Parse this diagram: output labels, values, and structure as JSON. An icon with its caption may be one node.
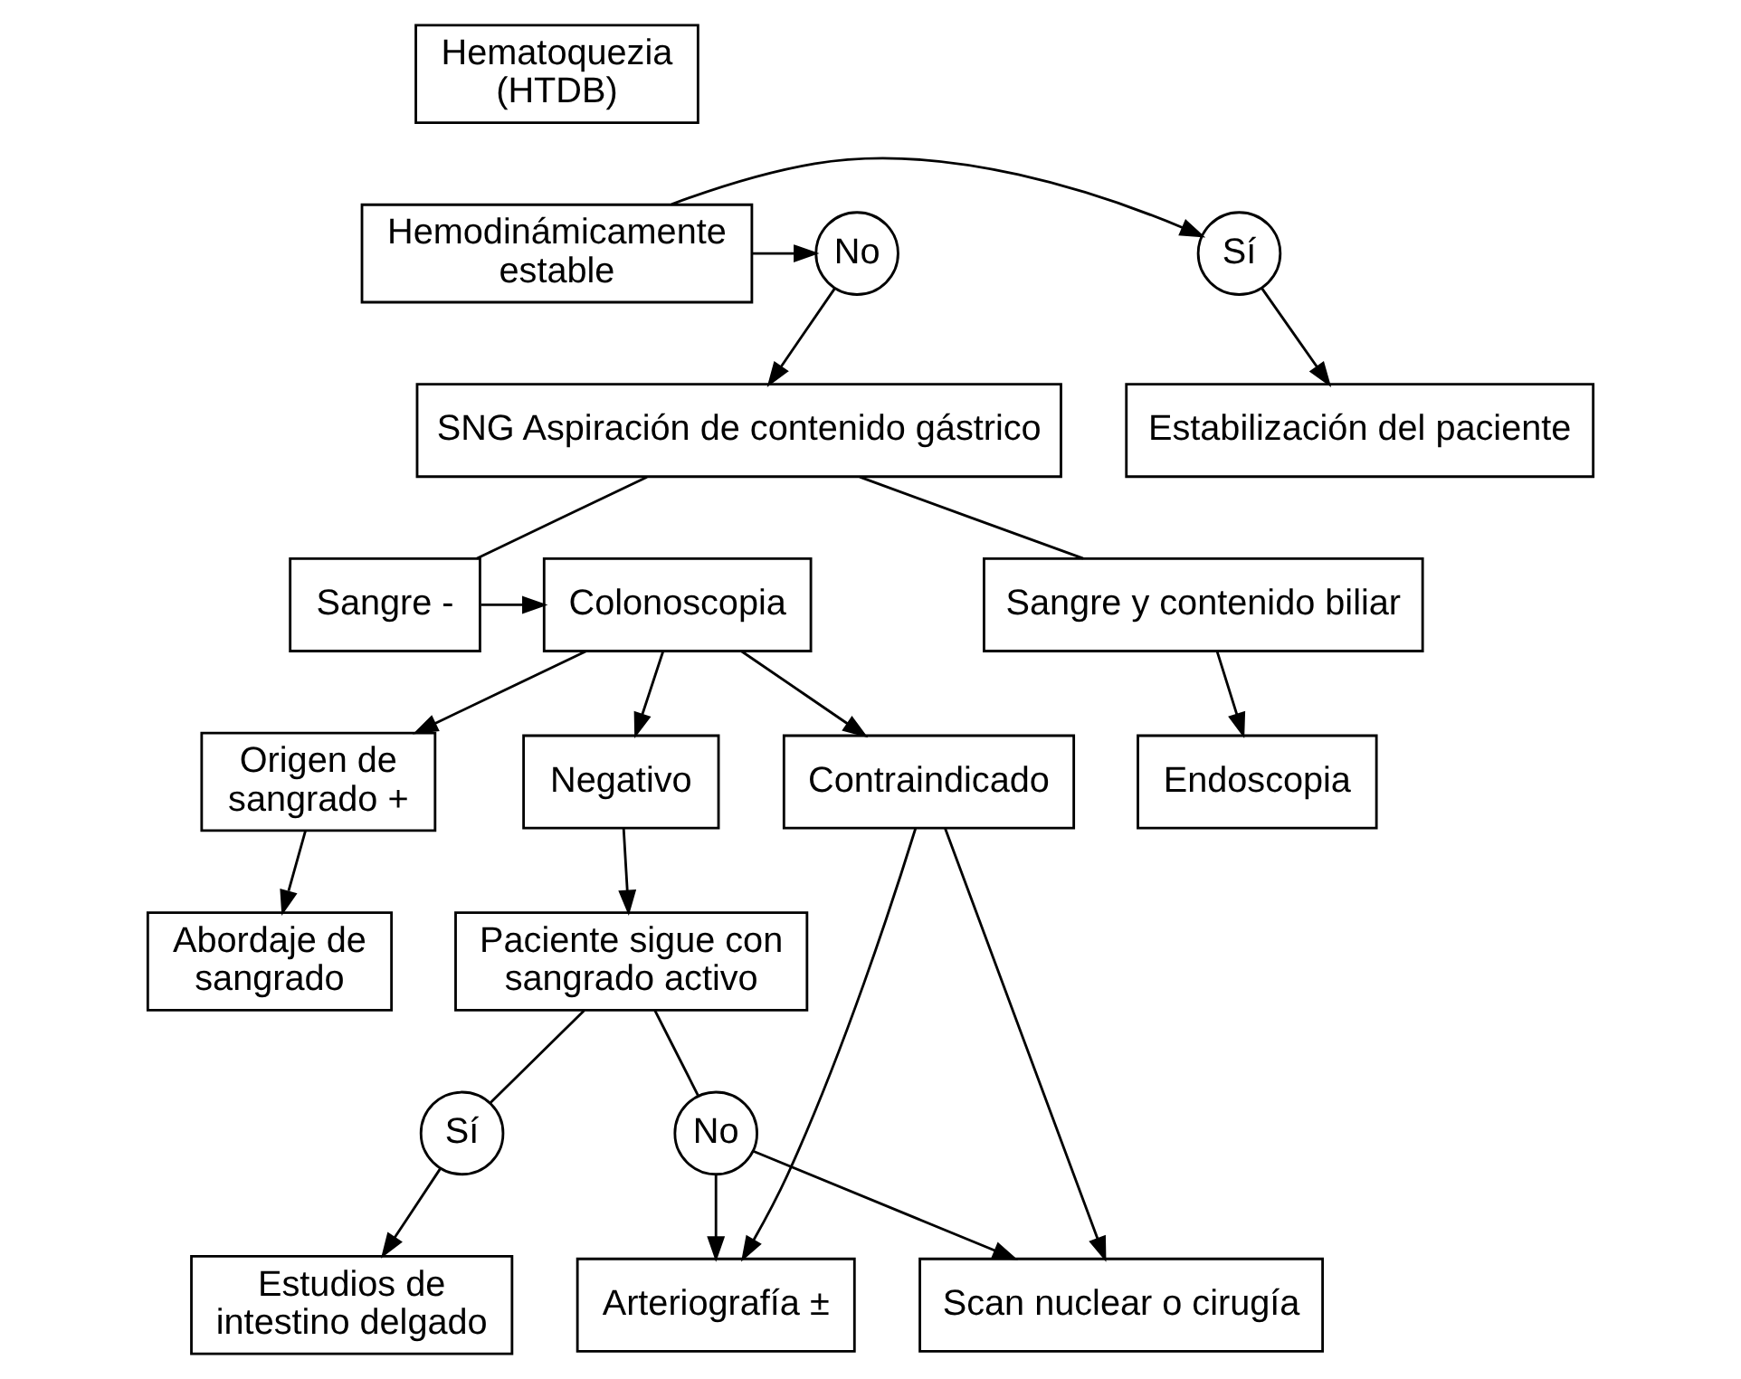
{
  "diagram": {
    "nodes": [
      {
        "text": [
          "Hematoquezia (HTDB)"
        ]
      },
      {
        "text": [
          "Hemodinámicamente estable"
        ]
      },
      {
        "text": [
          "Sí"
        ]
      },
      {
        "text": [
          "No"
        ]
      },
      {
        "text": [
          "Estabilización del paciente"
        ]
      },
      {
        "text": [
          "SNG Aspiración de contenido gástrico"
        ]
      },
      {
        "text": [
          "Colonoscopia"
        ]
      },
      {
        "text": [
          "Sangre -"
        ]
      },
      {
        "text": [
          "Sangre y contenido biliar"
        ]
      },
      {
        "text": [
          "Origen de sangrado +"
        ]
      },
      {
        "text": [
          "Negativo"
        ]
      },
      {
        "text": [
          "Contraindicado"
        ]
      },
      {
        "text": [
          "Endoscopia"
        ]
      },
      {
        "text": [
          "Abordaje de sangrado"
        ]
      },
      {
        "text": [
          "Paciente sigue con sangrado activo"
        ]
      },
      {
        "text": [
          "Arteriografía ±"
        ]
      },
      {
        "text": [
          "Scan nuclear o cirugía"
        ]
      },
      {
        "text": [
          "Sí"
        ]
      },
      {
        "text": [
          "No"
        ]
      },
      {
        "text": [
          "Estudios de intestino delgado"
        ]
      }
    ],
    "edges": [
      {
        "from": 1,
        "to": 2,
        "arrow": "to"
      },
      {
        "from": 1,
        "to": 3,
        "arrow": "to"
      },
      {
        "from": 2,
        "to": 4,
        "arrow": "to"
      },
      {
        "from": 3,
        "to": 5,
        "arrow": "to"
      },
      {
        "from": 5,
        "to": 7,
        "arrow": "none"
      },
      {
        "from": 5,
        "to": 8,
        "arrow": "none"
      },
      {
        "from": 7,
        "to": 6,
        "arrow": "to"
      },
      {
        "from": 6,
        "to": 9,
        "arrow": "to"
      },
      {
        "from": 6,
        "to": 10,
        "arrow": "to"
      },
      {
        "from": 6,
        "to": 11,
        "arrow": "to"
      },
      {
        "from": 8,
        "to": 12,
        "arrow": "to"
      },
      {
        "from": 9,
        "to": 13,
        "arrow": "to"
      },
      {
        "from": 10,
        "to": 14,
        "arrow": "to"
      },
      {
        "from": 11,
        "to": 15,
        "arrow": "to"
      },
      {
        "from": 11,
        "to": 16,
        "arrow": "to"
      },
      {
        "from": 14,
        "to": 17,
        "arrow": "none"
      },
      {
        "from": 14,
        "to": 18,
        "arrow": "none"
      },
      {
        "from": 18,
        "to": 15,
        "arrow": "to"
      },
      {
        "from": 18,
        "to": 16,
        "arrow": "to"
      },
      {
        "from": 17,
        "to": 19,
        "arrow": "to"
      }
    ]
  }
}
